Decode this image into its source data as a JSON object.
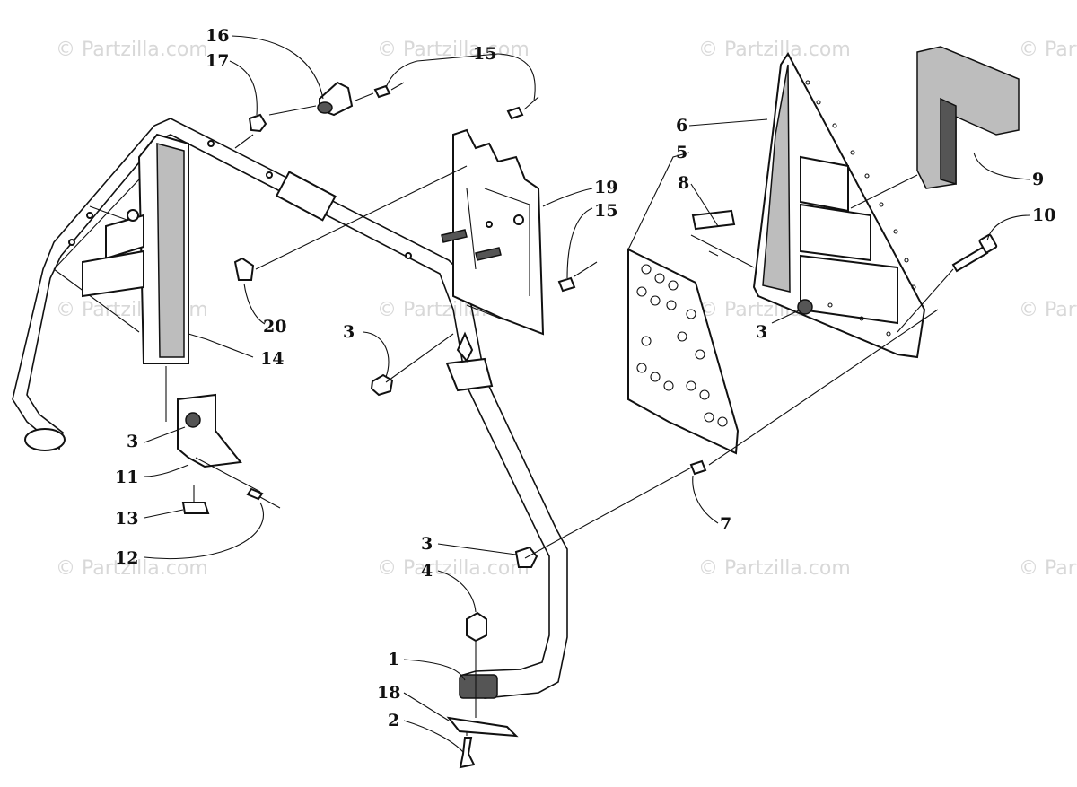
{
  "watermark": "© Partzilla.com",
  "callouts": {
    "c1": "1",
    "c2": "2",
    "c3a": "3",
    "c3b": "3",
    "c3c": "3",
    "c3d": "3",
    "c4": "4",
    "c5": "5",
    "c6": "6",
    "c7": "7",
    "c8": "8",
    "c9": "9",
    "c10": "10",
    "c11": "11",
    "c12": "12",
    "c13": "13",
    "c14": "14",
    "c15a": "15",
    "c15b": "15",
    "c16": "16",
    "c17": "17",
    "c18": "18",
    "c19": "19",
    "c20": "20"
  }
}
